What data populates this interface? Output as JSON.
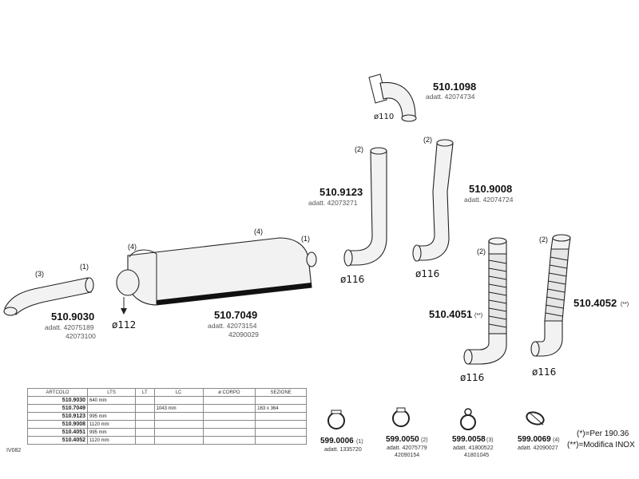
{
  "parts": {
    "p510_1098": {
      "code": "510.1098",
      "adatt": "adatt. 42074734",
      "diameter": "ø110"
    },
    "p510_9123": {
      "code": "510.9123",
      "adatt": "adatt. 42073271",
      "diameter": "ø116",
      "tag": "(2)"
    },
    "p510_9008": {
      "code": "510.9008",
      "adatt": "adatt. 42074724",
      "diameter": "ø116",
      "tag": "(2)"
    },
    "p510_4051": {
      "code": "510.4051",
      "mark": "(**)",
      "diameter": "ø116",
      "tag": "(2)"
    },
    "p510_4052": {
      "code": "510.4052",
      "mark": "(**)",
      "diameter": "ø116",
      "tag": "(2)"
    },
    "p510_9030": {
      "code": "510.9030",
      "adatt": "adatt. 42075189",
      "adatt2": "42073100",
      "tag_a": "(3)",
      "tag_b": "(1)"
    },
    "p510_7049": {
      "code": "510.7049",
      "adatt": "adatt. 42073154",
      "adatt2": "42090029",
      "diameter": "ø112",
      "tag_a": "(4)",
      "tag_b": "(4)",
      "tag_c": "(1)"
    }
  },
  "clamps": [
    {
      "code": "599.0006",
      "tag": "(1)",
      "adatt": "adatt. 1335720",
      "adatt2": ""
    },
    {
      "code": "599.0050",
      "tag": "(2)",
      "adatt": "adatt. 42075779",
      "adatt2": "42090154"
    },
    {
      "code": "599.0058",
      "tag": "(3)",
      "adatt": "adatt. 41800522",
      "adatt2": "41801045"
    },
    {
      "code": "599.0069",
      "tag": "(4)",
      "adatt": "adatt. 42090027",
      "adatt2": ""
    }
  ],
  "notes": {
    "note1": "(*)=Per 190.36",
    "note2": "(**)=Modifica INOX"
  },
  "table": {
    "side_label": "IV082",
    "headers": [
      "ARTCOLO",
      "LTS",
      "LT",
      "LC",
      "ø CORPO",
      "SEZIONE"
    ],
    "rows": [
      [
        "510.9030",
        "640 mm",
        "",
        "",
        "",
        ""
      ],
      [
        "510.7049",
        "",
        "",
        "1043 mm",
        "",
        "163 x 364"
      ],
      [
        "510.9123",
        "995 mm",
        "",
        "",
        "",
        ""
      ],
      [
        "510.9008",
        "1120 mm",
        "",
        "",
        "",
        ""
      ],
      [
        "510.4051",
        "995 mm",
        "",
        "",
        "",
        ""
      ],
      [
        "510.4052",
        "1120 mm",
        "",
        "",
        "",
        ""
      ]
    ]
  }
}
